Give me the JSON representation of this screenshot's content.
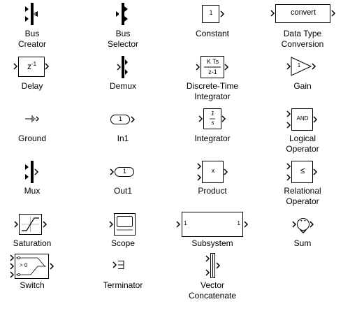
{
  "blocks": {
    "bus_creator": {
      "label": "Bus\nCreator"
    },
    "bus_selector": {
      "label": "Bus\nSelector"
    },
    "constant": {
      "label": "Constant",
      "value": "1"
    },
    "data_type_conversion": {
      "label": "Data Type Conversion",
      "text": "convert"
    },
    "delay": {
      "label": "Delay",
      "text": "z",
      "exp": "-1"
    },
    "demux": {
      "label": "Demux"
    },
    "discrete_time_integrator": {
      "label": "Discrete-Time\nIntegrator",
      "num": "K Ts",
      "den": "z-1"
    },
    "gain": {
      "label": "Gain",
      "value": "1"
    },
    "ground": {
      "label": "Ground"
    },
    "in1": {
      "label": "In1",
      "port": "1"
    },
    "integrator": {
      "label": "Integrator",
      "num": "1",
      "den": "s"
    },
    "logical_operator": {
      "label": "Logical\nOperator",
      "text": "AND"
    },
    "mux": {
      "label": "Mux"
    },
    "out1": {
      "label": "Out1",
      "port": "1"
    },
    "product": {
      "label": "Product",
      "text": "x"
    },
    "relational_operator": {
      "label": "Relational\nOperator",
      "text": "≤"
    },
    "saturation": {
      "label": "Saturation"
    },
    "scope": {
      "label": "Scope"
    },
    "subsystem": {
      "label": "Subsystem",
      "in_port": "1",
      "out_port": "1"
    },
    "sum": {
      "label": "Sum",
      "signs": "+ +"
    },
    "switch": {
      "label": "Switch",
      "text": "> 0"
    },
    "terminator": {
      "label": "Terminator"
    },
    "vector_concatenate": {
      "label": "Vector\nConcatenate"
    }
  }
}
